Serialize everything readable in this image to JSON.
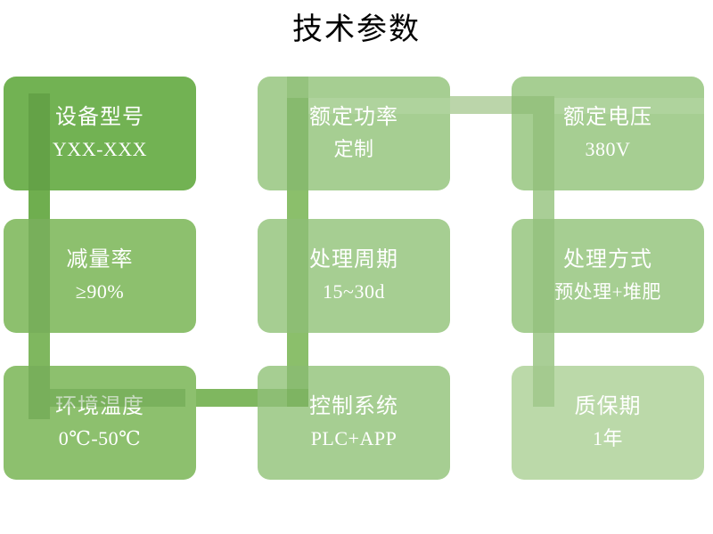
{
  "title": "技术参数",
  "colors": {
    "dark_green": "#72B253",
    "mid_green": "#8DC06E",
    "light_green": "#A6CE92",
    "pale_green": "#BBD9A9",
    "connector_dark": "#6FAE4F",
    "connector_mid": "#8BBF6B",
    "connector_light": "#A9CE96",
    "connector_pale": "#C7DEB8",
    "text": "#FFFFFF",
    "title_text": "#000000",
    "background": "#FFFFFF"
  },
  "cards": [
    {
      "id": "equipment-model",
      "label": "设备型号",
      "value": "YXX-XXX",
      "shade": "dark"
    },
    {
      "id": "rated-power",
      "label": "额定功率",
      "value": "定制",
      "shade": "light"
    },
    {
      "id": "rated-voltage",
      "label": "额定电压",
      "value": "380V",
      "shade": "light"
    },
    {
      "id": "reduction-rate",
      "label": "减量率",
      "value": "≥90%",
      "shade": "mid"
    },
    {
      "id": "treatment-cycle",
      "label": "处理周期",
      "value": "15~30d",
      "shade": "light"
    },
    {
      "id": "treatment-method",
      "label": "处理方式",
      "value": "预处理+堆肥",
      "shade": "light"
    },
    {
      "id": "ambient-temperature",
      "label": "环境温度",
      "value": "0℃-50℃",
      "shade": "mid"
    },
    {
      "id": "control-system",
      "label": "控制系统",
      "value": "PLC+APP",
      "shade": "light"
    },
    {
      "id": "warranty-period",
      "label": "质保期",
      "value": "1年",
      "shade": "pale"
    }
  ]
}
